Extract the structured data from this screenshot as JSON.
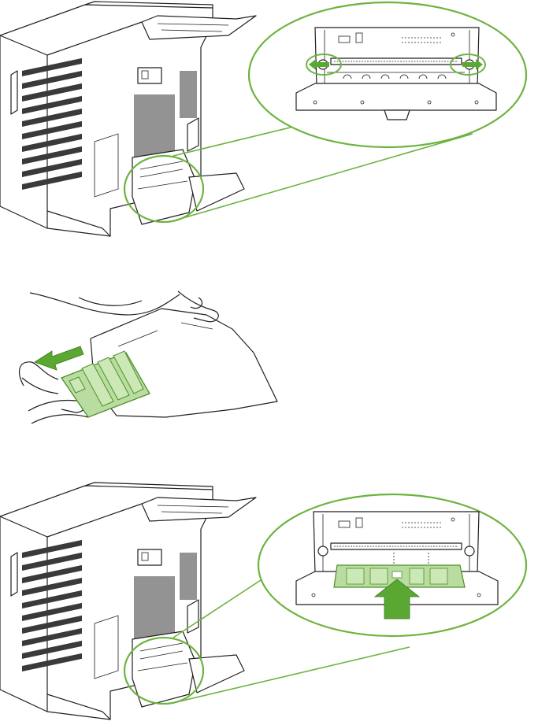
{
  "colors": {
    "callout_green": "#6db33f",
    "arrow_green": "#5aa832",
    "dimm_fill": "#b9dca0",
    "dimm_stroke": "#4f8f2a",
    "outline": "#231f20"
  },
  "steps": [
    {
      "name": "release-latches",
      "arrow": "double-headed-arrows"
    },
    {
      "name": "remove-dimm-from-bag",
      "arrow": "left-arrow"
    },
    {
      "name": "insert-dimm",
      "arrow": "up-arrow"
    }
  ]
}
